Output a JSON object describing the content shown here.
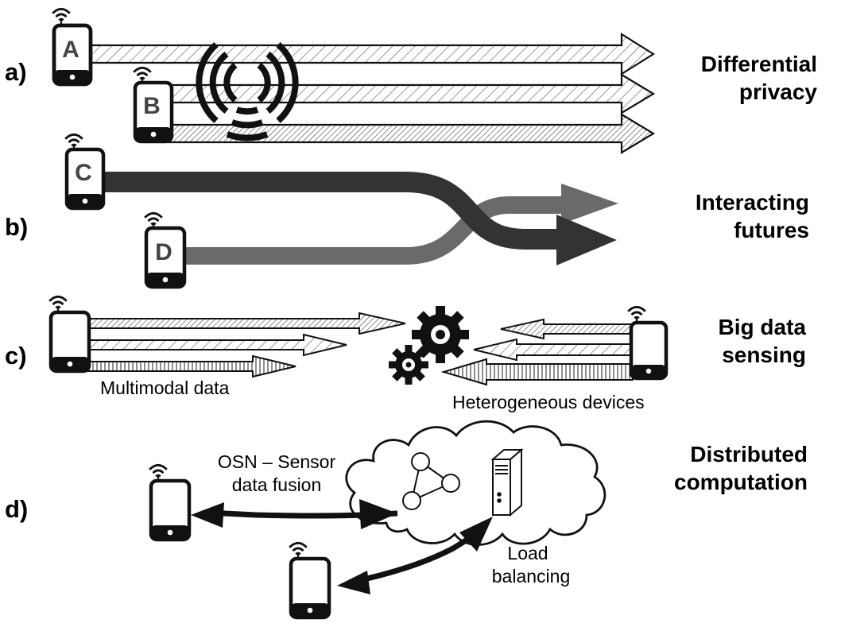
{
  "rows": [
    {
      "id": "a",
      "label": "a)",
      "title_lines": [
        "Differential",
        "privacy"
      ]
    },
    {
      "id": "b",
      "label": "b)",
      "title_lines": [
        "Interacting",
        "futures"
      ]
    },
    {
      "id": "c",
      "label": "c)",
      "title_lines": [
        "Big data",
        "sensing"
      ]
    },
    {
      "id": "d",
      "label": "d)",
      "title_lines": [
        "Distributed",
        "computation"
      ]
    }
  ],
  "devices": {
    "A": "A",
    "B": "B",
    "C": "C",
    "D": "D"
  },
  "captions": {
    "multimodal": "Multimodal data",
    "heterogeneous": "Heterogeneous devices",
    "osn_line1": "OSN – Sensor",
    "osn_line2": "data fusion",
    "load_line1": "Load",
    "load_line2": "balancing"
  },
  "colors": {
    "ink": "#111111",
    "dark_flow": "#333333",
    "mid_flow": "#666666",
    "device_letter": "#444444"
  }
}
